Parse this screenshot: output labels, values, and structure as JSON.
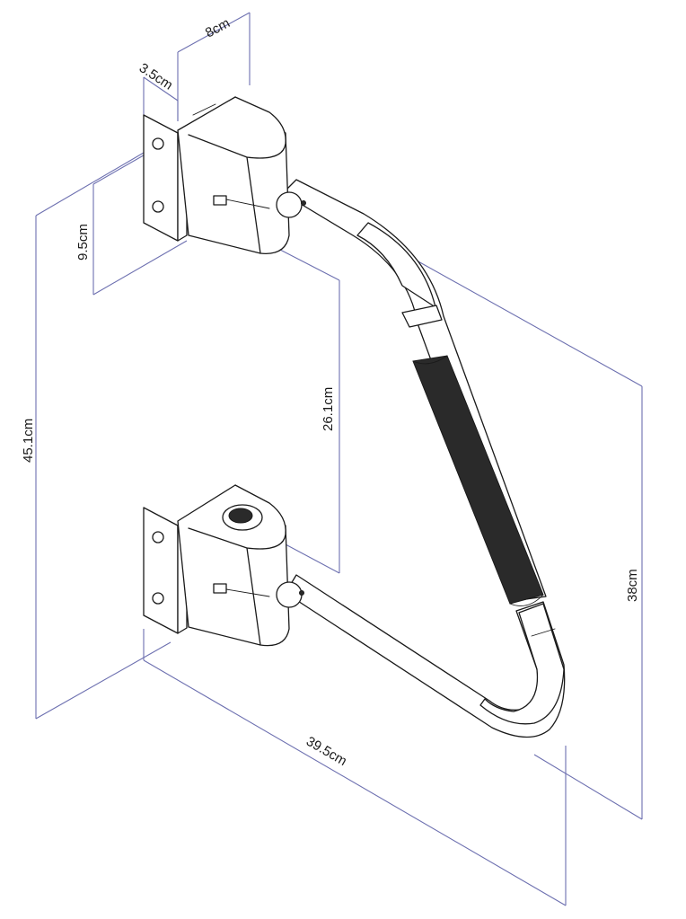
{
  "dimensions": {
    "width_8": "8cm",
    "depth_3_5": "3.5cm",
    "height_9_5": "9.5cm",
    "total_height": "45.1cm",
    "gap_26_1": "26.1cm",
    "arm_height_38": "38cm",
    "total_length": "39.5cm"
  },
  "colors": {
    "dimension_line": "#6d70b0",
    "outline": "#1a1a1a",
    "padding": "#2a2a2a"
  }
}
